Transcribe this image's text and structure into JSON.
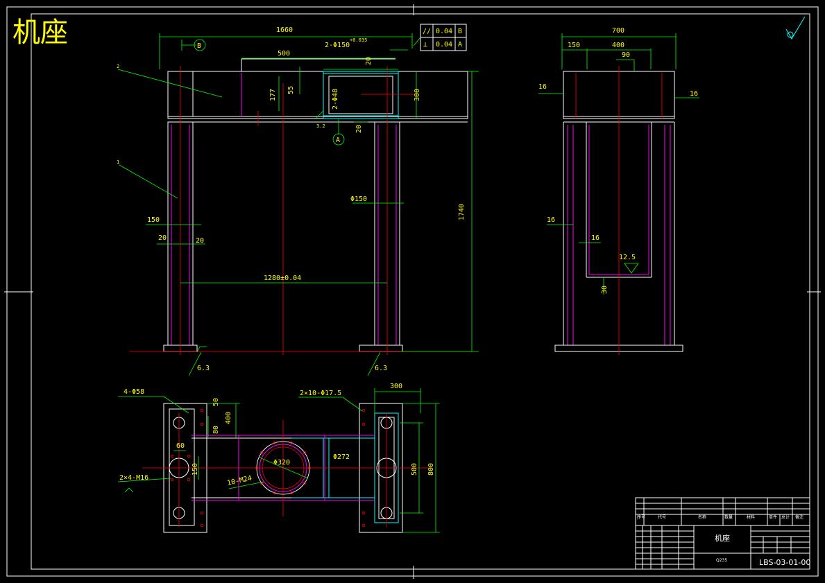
{
  "title": "机座",
  "colors": {
    "background": "#000000",
    "outline": "#ffffff",
    "dimension": "#00ff00",
    "dimension_text": "#ffff00",
    "centerline": "#ff0000",
    "weld": "#ff00ff",
    "hatch": "#00ffff"
  },
  "front_view": {
    "overall_width": "1660",
    "tube_spec": "2-Φ150",
    "tube_tol": "+0.035",
    "top_width": "500",
    "dim_55": "55",
    "dim_177": "177",
    "hole_spec": "2-Φ48",
    "dim_300": "300",
    "dim_20_top": "20",
    "dim_20_a": "20",
    "dim_20_b": "20",
    "dim_150_col": "Φ150",
    "dim_150_left": "150",
    "dim_1740": "1740",
    "span": "1280±0.04",
    "datum_b": "B",
    "datum_a": "A",
    "roughness_1": "6.3",
    "roughness_2": "6.3",
    "leader_1": "1",
    "leader_2": "2",
    "weld_mark": "3.2"
  },
  "tolerance_frame": {
    "row1": {
      "symbol": "//",
      "value": "0.04",
      "datum": "B"
    },
    "row2": {
      "symbol": "⊥",
      "value": "0.04",
      "datum": "A"
    }
  },
  "side_view": {
    "width": "700",
    "dim_150": "150",
    "dim_400": "400",
    "dim_90": "90",
    "thick_left_top": "16",
    "thick_right_top": "16",
    "thick_left_mid": "16",
    "thick_inner": "16",
    "dim_12_5": "12.5",
    "dim_30": "30"
  },
  "top_view": {
    "holes_4": "4-Φ58",
    "dim_50": "50",
    "dim_400": "400",
    "dim_80": "80",
    "dim_60": "60",
    "dim_150": "150",
    "threads": "2×4-M16",
    "bolt_pattern": "10-M24",
    "bore": "Φ320",
    "bore2": "Φ272",
    "holes_2": "2×10-Φ17.5",
    "dim_300": "300",
    "dim_500": "500",
    "dim_800": "800"
  },
  "title_block": {
    "part_name": "机座",
    "material": "Q235",
    "drawing_no": "LBS-03-01-00",
    "headers": [
      "序号",
      "代号",
      "名称",
      "数量",
      "材料",
      "单件",
      "总计",
      "备注"
    ]
  }
}
